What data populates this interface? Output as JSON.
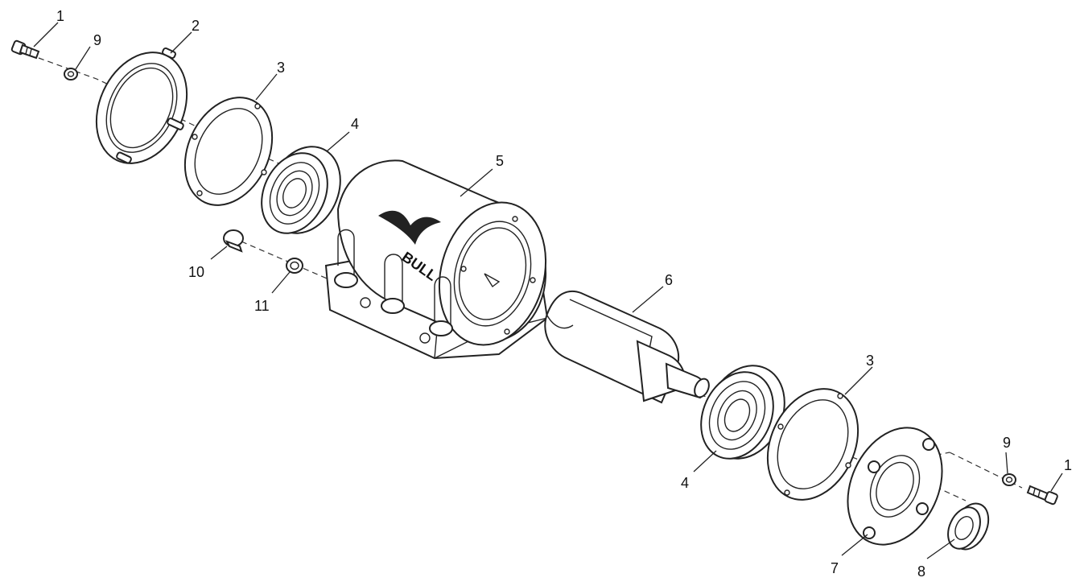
{
  "figure": {
    "logo_text": "BULL",
    "callouts": [
      {
        "id": "c1a",
        "label": "1"
      },
      {
        "id": "c9a",
        "label": "9"
      },
      {
        "id": "c2",
        "label": "2"
      },
      {
        "id": "c3a",
        "label": "3"
      },
      {
        "id": "c4a",
        "label": "4"
      },
      {
        "id": "c5",
        "label": "5"
      },
      {
        "id": "c10",
        "label": "10"
      },
      {
        "id": "c11",
        "label": "11"
      },
      {
        "id": "c6",
        "label": "6"
      },
      {
        "id": "c3b",
        "label": "3"
      },
      {
        "id": "c4b",
        "label": "4"
      },
      {
        "id": "c9b",
        "label": "9"
      },
      {
        "id": "c1b",
        "label": "1"
      },
      {
        "id": "c7",
        "label": "7"
      },
      {
        "id": "c8",
        "label": "8"
      }
    ]
  }
}
